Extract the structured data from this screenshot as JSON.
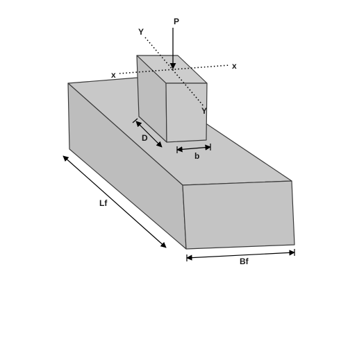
{
  "labels": {
    "load": "P",
    "axis_y_top": "Y",
    "axis_y_bottom": "Y",
    "axis_x_left": "x",
    "axis_x_right": "x",
    "column_depth": "D",
    "column_width": "b",
    "footing_length": "Lf",
    "footing_width": "Bf"
  },
  "colors": {
    "footing_top": "#c8c8c8",
    "footing_side": "#bdbdbd",
    "footing_front": "#c4c4c4",
    "column_top": "#cdcdcd",
    "column_side": "#bebebe",
    "column_front": "#c9c9c9",
    "edge": "#3a3a3a",
    "text": "#1a1a1a"
  }
}
